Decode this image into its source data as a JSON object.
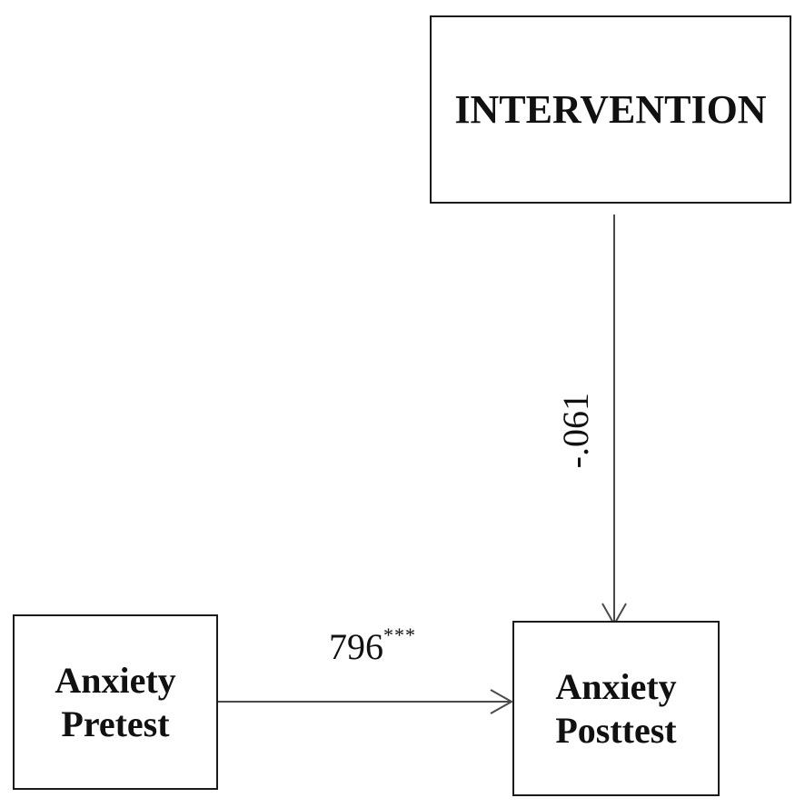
{
  "nodes": {
    "intervention": {
      "label": "INTERVENTION"
    },
    "pretest": {
      "line1": "Anxiety",
      "line2": "Pretest"
    },
    "posttest": {
      "line1": "Anxiety",
      "line2": "Posttest"
    }
  },
  "edges": {
    "pretest_to_posttest": {
      "coefficient": "796",
      "significance": "***"
    },
    "intervention_to_posttest": {
      "coefficient": "-.061"
    }
  },
  "colors": {
    "line": "#4a4a4a",
    "border": "#1a1a1a"
  }
}
